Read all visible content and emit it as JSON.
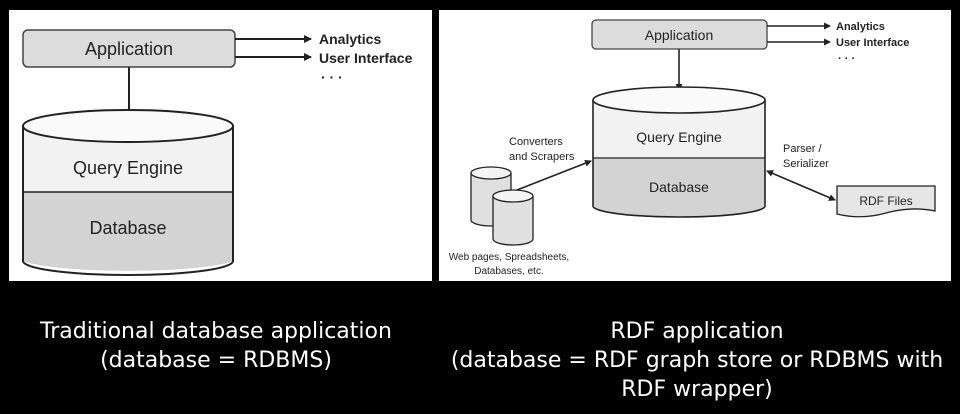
{
  "left": {
    "application": "Application",
    "outputs": [
      "Analytics",
      "User Interface",
      "· · ·"
    ],
    "query_engine": "Query Engine",
    "database": "Database"
  },
  "right": {
    "application": "Application",
    "outputs": [
      "Analytics",
      "User Interface",
      "· · ·"
    ],
    "query_engine": "Query Engine",
    "database": "Database",
    "converters": [
      "Converters",
      "and Scrapers"
    ],
    "sources": [
      "Web pages, Spreadsheets,",
      "Databases, etc."
    ],
    "parser": [
      "Parser /",
      "Serializer"
    ],
    "rdf_files": "RDF Files"
  },
  "captions": {
    "left": [
      "Traditional database application",
      "(database = RDBMS)"
    ],
    "right": [
      "RDF application",
      "(database = RDF graph store or RDBMS with",
      "RDF wrapper)"
    ]
  }
}
